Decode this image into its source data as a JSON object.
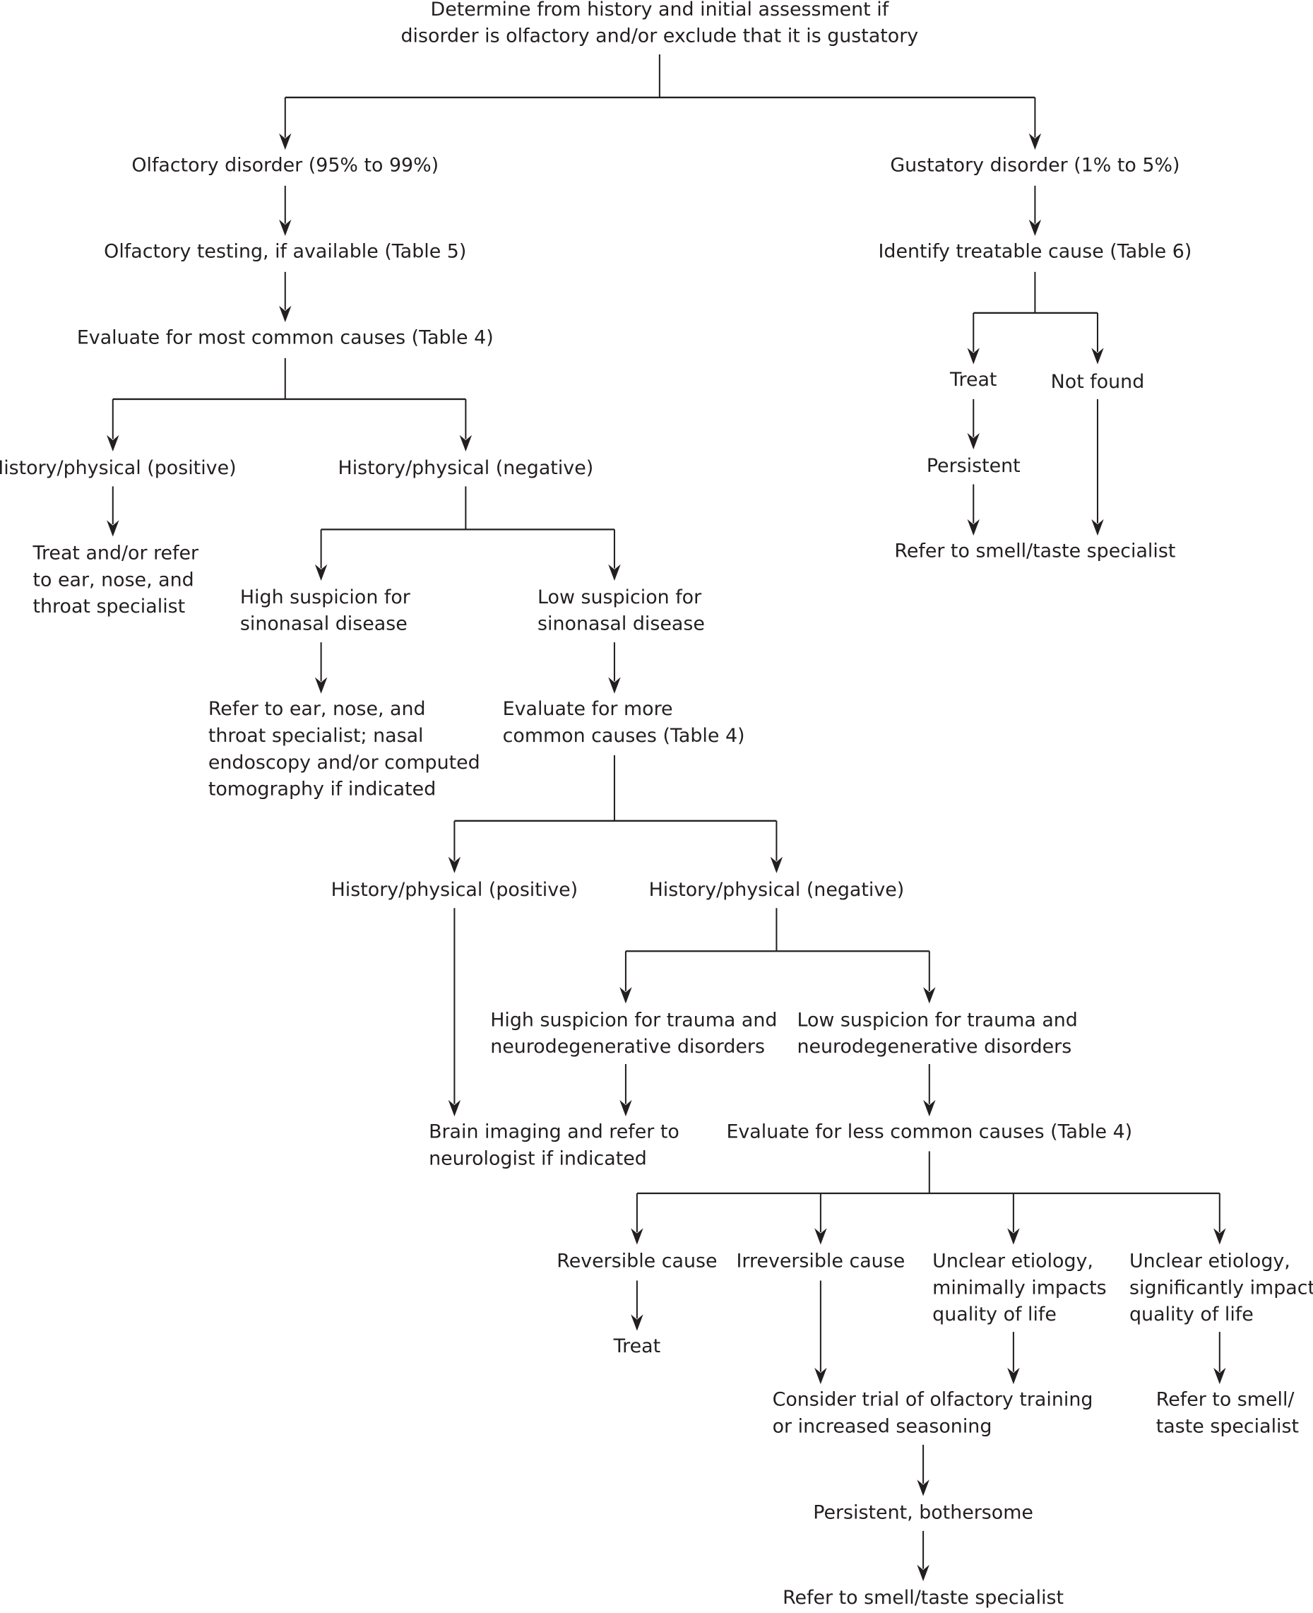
{
  "diagram": {
    "type": "flowchart",
    "nodes": {
      "start": [
        "Determine from history and initial assessment if",
        "disorder is olfactory and/or exclude that it is gustatory"
      ],
      "olfactory": [
        "Olfactory disorder (95% to 99%)"
      ],
      "gustatory": [
        "Gustatory disorder (1% to 5%)"
      ],
      "olf_testing": [
        "Olfactory testing, if available (Table 5)"
      ],
      "identify_cause": [
        "Identify treatable cause (Table 6)"
      ],
      "eval_most_common": [
        "Evaluate for most common causes (Table 4)"
      ],
      "treat_g": [
        "Treat"
      ],
      "not_found": [
        "Not found"
      ],
      "persistent_g": [
        "Persistent"
      ],
      "refer_g": [
        "Refer to smell/taste specialist"
      ],
      "hp_pos_1": [
        "History/physical (positive)"
      ],
      "hp_neg_1": [
        "History/physical (negative)"
      ],
      "treat_refer_ent": [
        "Treat and/or refer",
        "to ear, nose, and",
        "throat specialist"
      ],
      "high_sinonasal": [
        "High suspicion for",
        "sinonasal disease"
      ],
      "low_sinonasal": [
        "Low suspicion for",
        "sinonasal disease"
      ],
      "refer_ent_endoscopy": [
        "Refer to ear, nose, and",
        "throat specialist; nasal",
        "endoscopy and/or computed",
        "tomography if indicated"
      ],
      "eval_more_common": [
        "Evaluate for more",
        "common causes (Table 4)"
      ],
      "hp_pos_2": [
        "History/physical (positive)"
      ],
      "hp_neg_2": [
        "History/physical (negative)"
      ],
      "high_trauma": [
        "High suspicion for trauma and",
        "neurodegenerative disorders"
      ],
      "low_trauma": [
        "Low suspicion for trauma and",
        "neurodegenerative disorders"
      ],
      "brain_imaging": [
        "Brain imaging and refer to",
        "neurologist if indicated"
      ],
      "eval_less_common": [
        "Evaluate for less common causes (Table 4)"
      ],
      "reversible": [
        "Reversible cause"
      ],
      "irreversible": [
        "Irreversible cause"
      ],
      "unclear_min": [
        "Unclear etiology,",
        "minimally impacts",
        "quality of life"
      ],
      "unclear_sig": [
        "Unclear etiology,",
        "significantly impacts",
        "quality of life"
      ],
      "treat_rev": [
        "Treat"
      ],
      "olf_training": [
        "Consider trial of olfactory training",
        "or increased seasoning"
      ],
      "refer_smell_sig": [
        "Refer to smell/",
        "taste specialist"
      ],
      "persistent_bother": [
        "Persistent, bothersome"
      ],
      "refer_final": [
        "Refer to smell/taste specialist"
      ]
    },
    "edges": [
      [
        "start",
        "olfactory"
      ],
      [
        "start",
        "gustatory"
      ],
      [
        "olfactory",
        "olf_testing"
      ],
      [
        "olf_testing",
        "eval_most_common"
      ],
      [
        "gustatory",
        "identify_cause"
      ],
      [
        "identify_cause",
        "treat_g"
      ],
      [
        "identify_cause",
        "not_found"
      ],
      [
        "treat_g",
        "persistent_g"
      ],
      [
        "persistent_g",
        "refer_g"
      ],
      [
        "not_found",
        "refer_g"
      ],
      [
        "eval_most_common",
        "hp_pos_1"
      ],
      [
        "eval_most_common",
        "hp_neg_1"
      ],
      [
        "hp_pos_1",
        "treat_refer_ent"
      ],
      [
        "hp_neg_1",
        "high_sinonasal"
      ],
      [
        "hp_neg_1",
        "low_sinonasal"
      ],
      [
        "high_sinonasal",
        "refer_ent_endoscopy"
      ],
      [
        "low_sinonasal",
        "eval_more_common"
      ],
      [
        "eval_more_common",
        "hp_pos_2"
      ],
      [
        "eval_more_common",
        "hp_neg_2"
      ],
      [
        "hp_pos_2",
        "brain_imaging"
      ],
      [
        "hp_neg_2",
        "high_trauma"
      ],
      [
        "hp_neg_2",
        "low_trauma"
      ],
      [
        "high_trauma",
        "brain_imaging"
      ],
      [
        "low_trauma",
        "eval_less_common"
      ],
      [
        "eval_less_common",
        "reversible"
      ],
      [
        "eval_less_common",
        "irreversible"
      ],
      [
        "eval_less_common",
        "unclear_min"
      ],
      [
        "eval_less_common",
        "unclear_sig"
      ],
      [
        "reversible",
        "treat_rev"
      ],
      [
        "irreversible",
        "olf_training"
      ],
      [
        "unclear_min",
        "olf_training"
      ],
      [
        "unclear_sig",
        "refer_smell_sig"
      ],
      [
        "olf_training",
        "persistent_bother"
      ],
      [
        "persistent_bother",
        "refer_final"
      ]
    ]
  }
}
